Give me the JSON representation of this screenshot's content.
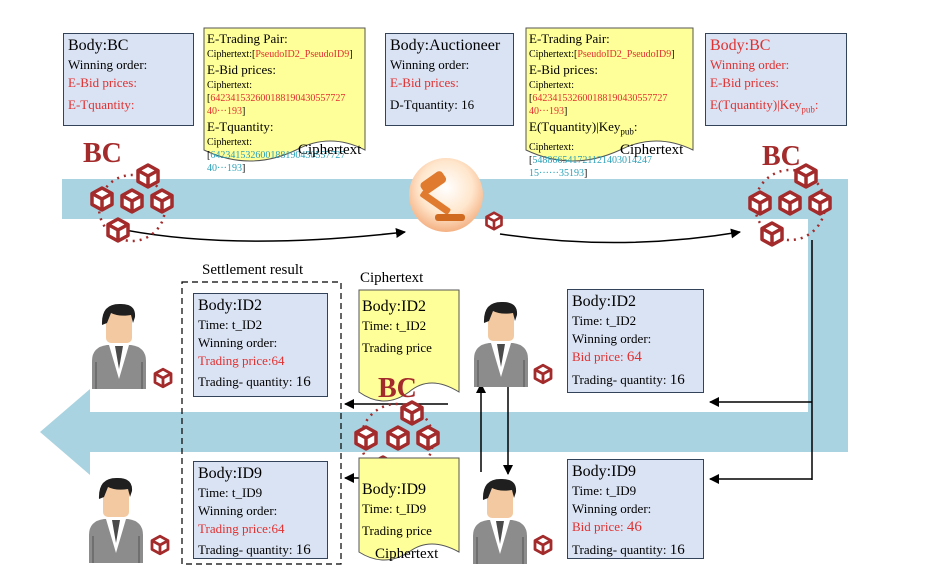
{
  "top_boxes": {
    "bc_left": {
      "title": "Body:BC",
      "line1": "Winning order:",
      "line2_prefix": "E-",
      "line2": "Bid prices:",
      "line3_prefix": "E-",
      "line3": "Tquantity:"
    },
    "cipher_left": {
      "pair_label": "E-Trading Pair:",
      "pair_cipher_prefix": "Ciphertext:[",
      "pair_cipher_value": "PseudoID2_PseudoID9",
      "pair_cipher_suffix": "]",
      "bid_label": "E-Bid prices:",
      "bid_cipher_prefix": "Ciphertext:[",
      "bid_cipher_value": "642341532600188190430557727 40···193",
      "bid_cipher_suffix": "]",
      "qty_label": "E-Tquantity:",
      "qty_cipher_prefix": "Ciphertext:[",
      "qty_cipher_value": "642341532600188190430557727 40···193",
      "qty_cipher_suffix": "]",
      "caption": "Ciphertext"
    },
    "auctioneer": {
      "title": "Body:Auctioneer",
      "line1": "Winning order:",
      "line2": "E-Bid prices:",
      "line3": "D-Tquantity: 16"
    },
    "cipher_right": {
      "pair_label": "E-Trading Pair:",
      "pair_cipher_prefix": "Ciphertext:[",
      "pair_cipher_value": "PseudoID2_PseudoID9",
      "pair_cipher_suffix": "]",
      "bid_label": "E-Bid prices:",
      "bid_cipher_prefix": "Ciphertext:[",
      "bid_cipher_value": "642341532600188190430557727 40···193",
      "bid_cipher_suffix": "]",
      "qty_label": "E(Tquantity)|Key",
      "qty_label_sub": "pub",
      "qty_label_end": ":",
      "qty_cipher_prefix": "Ciphertext:[",
      "qty_cipher_value": "548866541721121403014247 15······35193",
      "qty_cipher_suffix": "]",
      "caption": "Ciphertext"
    },
    "bc_right": {
      "title": "Body:BC",
      "line1": "Winning order:",
      "line2": "E-Bid prices:",
      "line3": "E(Tquantity)|Key",
      "line3_sub": "pub",
      "line3_end": ":"
    }
  },
  "bc_labels": {
    "top_left": "BC",
    "top_right": "BC",
    "middle": "BC"
  },
  "settlement_title": "Settlement result",
  "settlement_id2": {
    "title": "Body:ID2",
    "time": "Time: t_ID2",
    "order": "Winning order:",
    "price": "Trading price:64",
    "qty_label": "Trading- quantity:",
    "qty_value": "16"
  },
  "settlement_id9": {
    "title": "Body:ID9",
    "time": "Time: t_ID9",
    "order": "Winning order:",
    "price": "Trading price:64",
    "qty_label": "Trading- quantity:",
    "qty_value": "16"
  },
  "cipher_doc_id2": {
    "caption": "Ciphertext",
    "title": "Body:ID2",
    "time": "Time: t_ID2",
    "label": "Trading price"
  },
  "cipher_doc_id9": {
    "caption": "Ciphertext",
    "title": "Body:ID9",
    "time": "Time: t_ID9",
    "label": "Trading price"
  },
  "right_id2": {
    "title": "Body:ID2",
    "time": "Time: t_ID2",
    "order": "Winning order:",
    "bid_label": "Bid price:",
    "bid_value": "64",
    "qty_label": "Trading- quantity:",
    "qty_value": "16"
  },
  "right_id9": {
    "title": "Body:ID9",
    "time": "Time: t_ID9",
    "order": "Winning order:",
    "bid_label": "Bid price:",
    "bid_value": "46",
    "qty_label": "Trading- quantity:",
    "qty_value": "16"
  },
  "colors": {
    "flow_band": "#a9d3e0",
    "box_fill": "#dae3f3",
    "doc_fill": "#ffff99",
    "chain": "#a32b2b",
    "red_text": "#e03030",
    "cyan_text": "#2aa0b8"
  },
  "icons": [
    "blockchain-cube-icon",
    "auctioneer-gavel-icon",
    "user-avatar-icon"
  ]
}
